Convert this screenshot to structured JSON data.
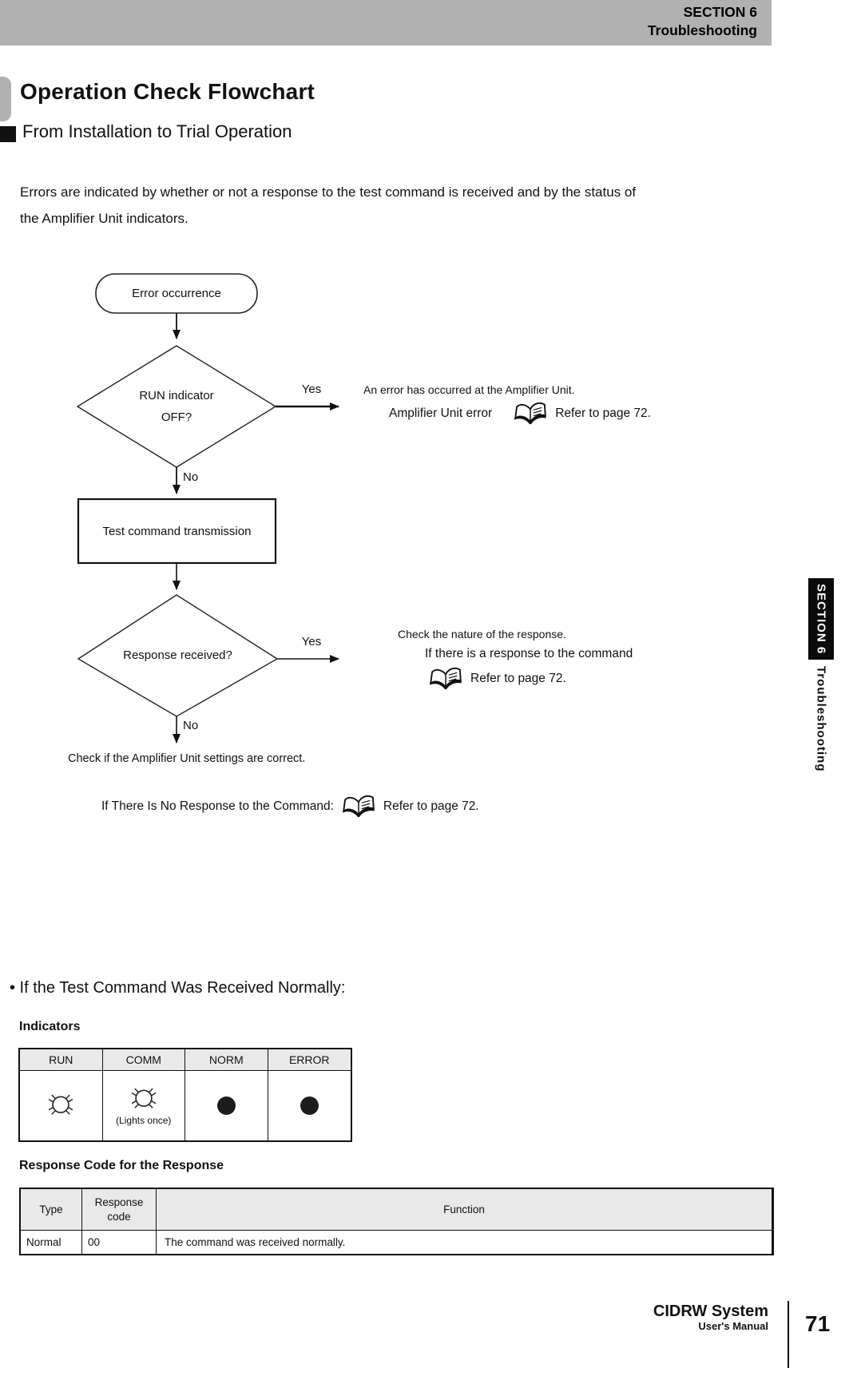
{
  "header": {
    "section": "SECTION 6",
    "chapter": "Troubleshooting"
  },
  "title": "Operation Check Flowchart",
  "subtitle": "From Installation to Trial Operation",
  "intro": {
    "line1": "Errors are indicated by whether or not a response to the test command is received and by the status of",
    "line2": "the Amplifier Unit indicators."
  },
  "flowchart": {
    "start": "Error occurrence",
    "decision1": {
      "line1": "RUN indicator",
      "line2": "OFF?"
    },
    "label_yes": "Yes",
    "label_no": "No",
    "branch1": {
      "line1": "An error has occurred at the Amplifier Unit.",
      "line2": "Amplifier Unit error",
      "refer": "Refer to page 72.",
      "icon": "open-book-icon"
    },
    "process1": "Test command transmission",
    "decision2": "Response received?",
    "branch2": {
      "line1": "Check the nature of the response.",
      "line2": "If there is a response to the command",
      "refer": "Refer to page 72.",
      "icon": "open-book-icon"
    },
    "no_branch_note": "Check if the Amplifier Unit settings are correct.",
    "no_response": {
      "label": "If There Is No Response to the Command:",
      "refer": "Refer to page 72.",
      "icon": "open-book-icon"
    }
  },
  "normal_section": {
    "bullet_heading": "• If the Test Command Was Received Normally:",
    "indicators_heading": "Indicators",
    "indicators_table": {
      "columns": [
        "RUN",
        "COMM",
        "NORM",
        "ERROR"
      ],
      "cells": [
        {
          "icon": "lamp-flashing-icon",
          "note": ""
        },
        {
          "icon": "lamp-flashing-icon",
          "note": "(Lights once)"
        },
        {
          "icon": "lamp-off-dot-icon",
          "note": ""
        },
        {
          "icon": "lamp-off-dot-icon",
          "note": ""
        }
      ]
    },
    "response_heading": "Response Code for the Response",
    "response_table": {
      "col1": "Type",
      "col2": "Response code",
      "col3": "Function",
      "row": {
        "type": "Normal",
        "code": "00",
        "function": "The command was received normally."
      }
    }
  },
  "side_tab": {
    "section": "SECTION 6",
    "chapter": "Troubleshooting"
  },
  "footer": {
    "product": "CIDRW System",
    "manual": "User's Manual",
    "page_number": "71"
  },
  "colors": {
    "bar_gray": "#b1b1b1",
    "table_header_gray": "#e9e9e9",
    "ink": "#111111"
  }
}
